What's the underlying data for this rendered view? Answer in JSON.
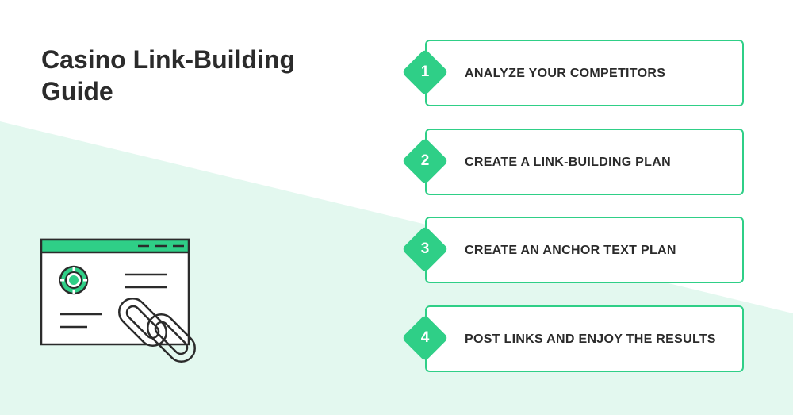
{
  "title": {
    "line1": "Casino Link-Building",
    "line2": "Guide"
  },
  "steps": [
    {
      "number": "1",
      "label": "ANALYZE YOUR COMPETITORS"
    },
    {
      "number": "2",
      "label": "CREATE A LINK-BUILDING PLAN"
    },
    {
      "number": "3",
      "label": "CREATE AN ANCHOR TEXT PLAN"
    },
    {
      "number": "4",
      "label": "POST LINKS AND ENJOY THE RESULTS"
    }
  ],
  "illustration": {
    "icons": [
      "browser-window-icon",
      "casino-chip-icon",
      "chain-link-icon"
    ]
  },
  "colors": {
    "accent": "#2fcf87",
    "background_tint": "#e3f8ef",
    "text": "#2b2b2b"
  }
}
